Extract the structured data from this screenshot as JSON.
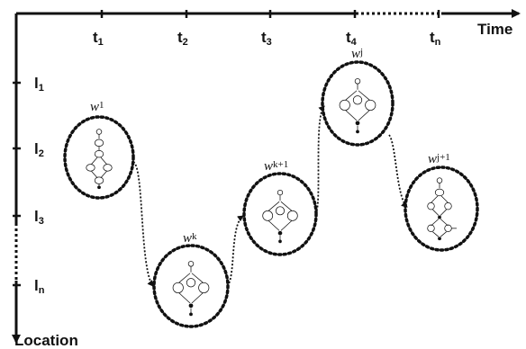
{
  "diagram": {
    "x_axis_label": "Time",
    "y_axis_label": "Location",
    "time_ticks": [
      {
        "base": "t",
        "sub": "1"
      },
      {
        "base": "t",
        "sub": "2"
      },
      {
        "base": "t",
        "sub": "3"
      },
      {
        "base": "t",
        "sub": "4"
      },
      {
        "base": "t",
        "sub": "n"
      }
    ],
    "location_ticks": [
      {
        "base": "l",
        "sub": "1"
      },
      {
        "base": "l",
        "sub": "2"
      },
      {
        "base": "l",
        "sub": "3"
      },
      {
        "base": "l",
        "sub": "n"
      }
    ],
    "workflows": [
      {
        "base": "w",
        "sub": "1"
      },
      {
        "base": "w",
        "sub": "k"
      },
      {
        "base": "w",
        "sub": "k+1"
      },
      {
        "base": "w",
        "sub": "j"
      },
      {
        "base": "w",
        "sub": "j+1"
      }
    ]
  }
}
